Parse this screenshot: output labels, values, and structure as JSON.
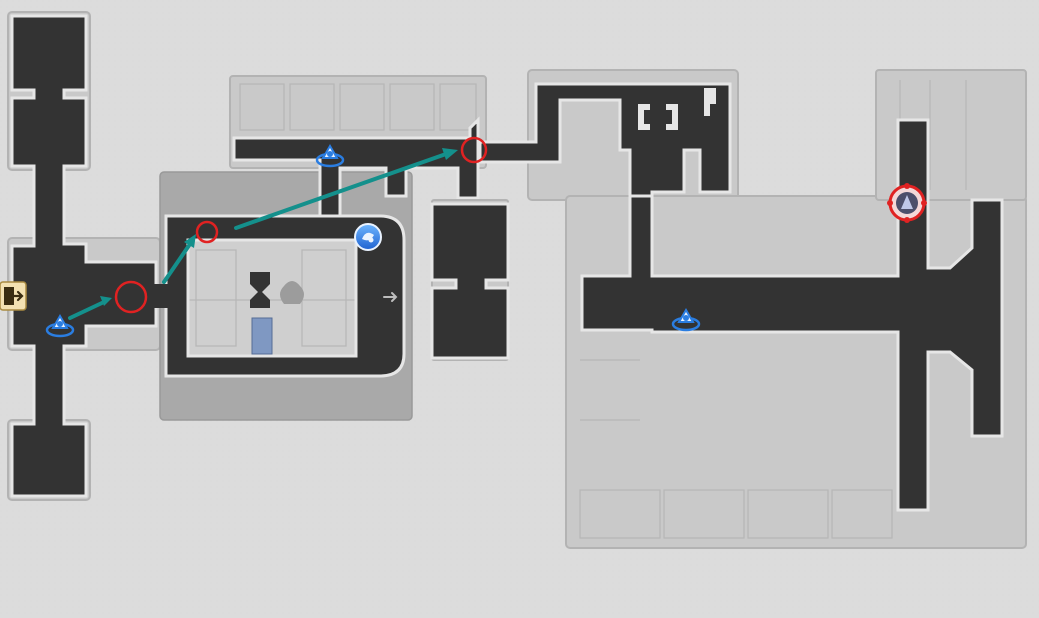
{
  "map": {
    "background_color": "#dcdcdc",
    "corridor_color": "#333333",
    "route_color": "#14908c",
    "marker_color": "#e02222",
    "waypoint_color": "#2a7de1"
  },
  "icons": {
    "exit": "exit-door-icon",
    "teleport": "space-anchor-icon",
    "formidable_foe": "formidable-foe-icon",
    "puzzle": "puzzle-orb-icon",
    "elevator": "elevator-arrow-icon"
  },
  "route": {
    "steps": 3,
    "marker_style": "red-circle",
    "arrow_style": "teal-arrow"
  }
}
